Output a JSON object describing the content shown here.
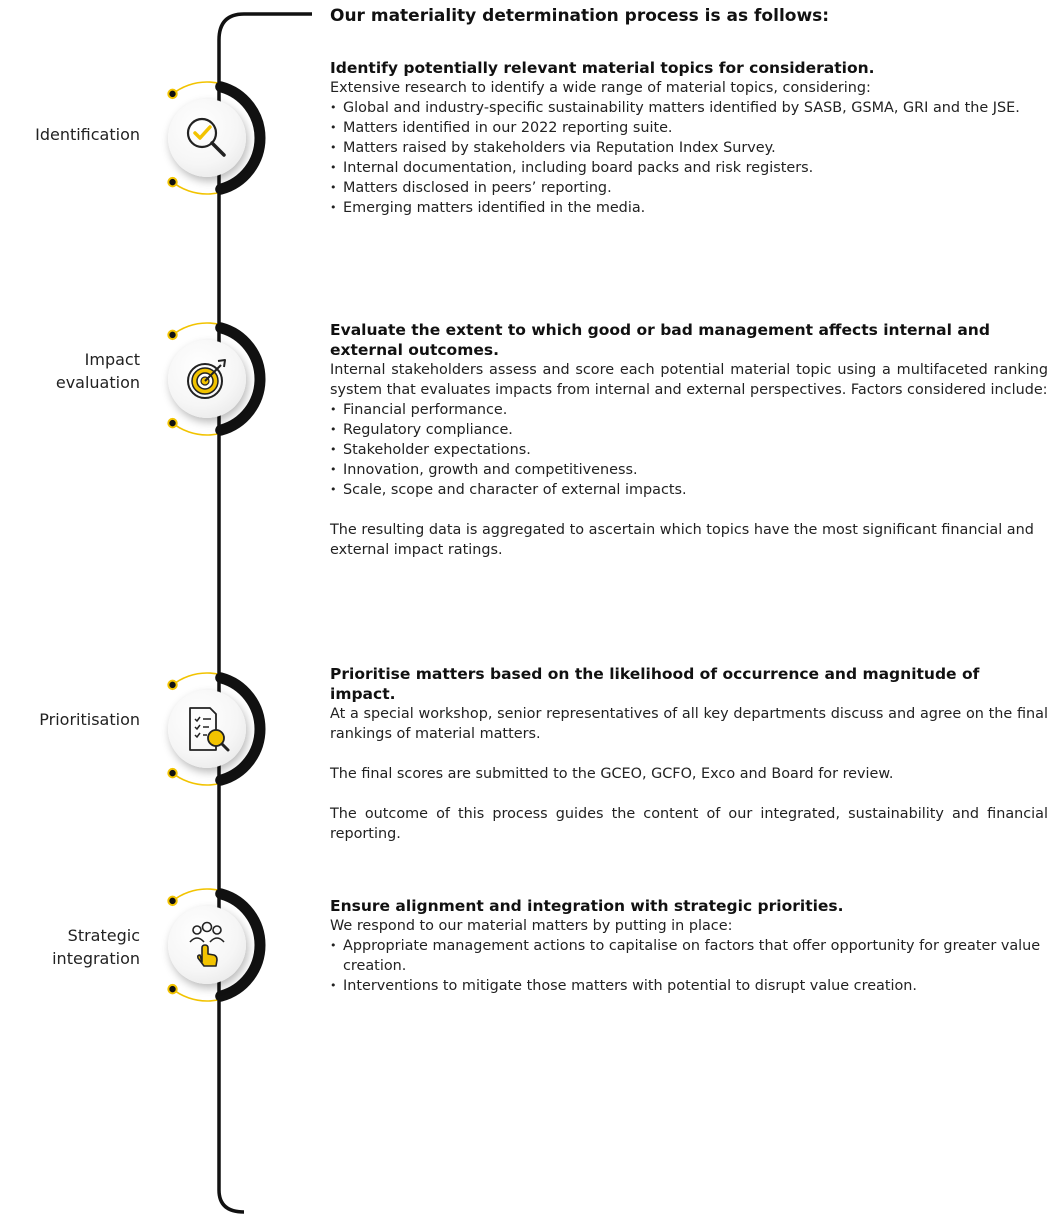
{
  "colors": {
    "accent": "#f2c300",
    "spine": "#111111"
  },
  "heading": "Our materiality determination process is as follows:",
  "stages": [
    {
      "label_lines": [
        "Identification"
      ],
      "icon": "magnifier-check-icon"
    },
    {
      "label_lines": [
        "Impact",
        "evaluation"
      ],
      "icon": "target-arrow-icon"
    },
    {
      "label_lines": [
        "Prioritisation"
      ],
      "icon": "checklist-search-icon"
    },
    {
      "label_lines": [
        "Strategic",
        "integration"
      ],
      "icon": "team-hand-click-icon"
    }
  ],
  "sections": [
    {
      "title": "Identify potentially relevant material topics for consideration.",
      "intro": "Extensive research to identify a wide range of material topics, considering:",
      "bullets": [
        "Global and industry-specific sustainability matters identified by SASB, GSMA, GRI and the JSE.",
        "Matters identified in our 2022 reporting suite.",
        "Matters raised by stakeholders via Reputation Index Survey.",
        "Internal documentation, including board packs and risk registers.",
        "Matters disclosed in peers’ reporting.",
        "Emerging matters identified in the media."
      ]
    },
    {
      "title": "Evaluate the extent to which good or bad management affects internal and external outcomes.",
      "intro": "Internal stakeholders assess and score each potential material topic using a multifaceted ranking system that evaluates impacts from internal and external perspectives. Factors considered include:",
      "bullets": [
        "Financial performance.",
        "Regulatory compliance.",
        "Stakeholder expectations.",
        "Innovation, growth and competitiveness.",
        "Scale, scope and character of external impacts."
      ],
      "outro": "The resulting data is aggregated to ascertain which topics have the most significant financial and external impact ratings."
    },
    {
      "title": "Prioritise matters based on the likelihood of occurrence and magnitude of impact.",
      "paragraphs": [
        "At a special workshop, senior representatives of all key departments discuss and agree on the final rankings of material matters.",
        "The final scores are submitted to the GCEO, GCFO, Exco and Board for review.",
        "The outcome of this process guides the content of our integrated, sustainability and financial reporting."
      ]
    },
    {
      "title": "Ensure alignment and integration with strategic priorities.",
      "intro": "We respond to our material matters by putting in place:",
      "bullets": [
        "Appropriate management actions to capitalise on factors that offer opportunity for greater value creation.",
        "Interventions to mitigate those matters with potential to disrupt value creation."
      ]
    }
  ]
}
